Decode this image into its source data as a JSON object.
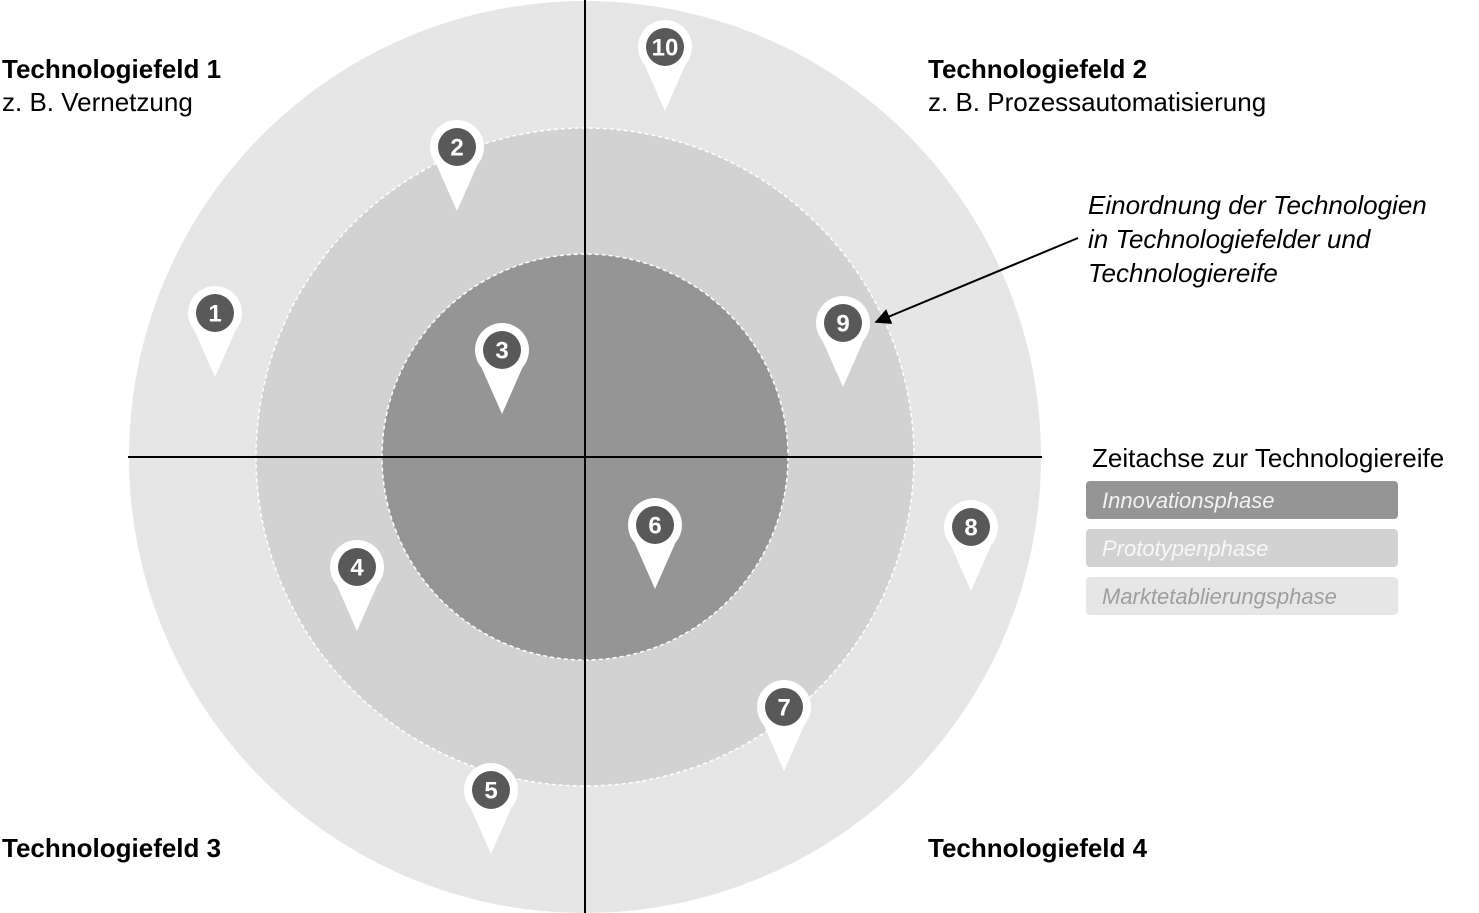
{
  "fields": [
    {
      "title": "Technologiefeld 1",
      "subtitle": "z. B. Vernetzung"
    },
    {
      "title": "Technologiefeld 2",
      "subtitle": "z. B. Prozessautomatisierung"
    },
    {
      "title": "Technologiefeld 3",
      "subtitle": ""
    },
    {
      "title": "Technologiefeld 4",
      "subtitle": ""
    }
  ],
  "annotation": {
    "lines": [
      "Einordnung der Technologien",
      "in Technologiefelder und",
      "Technologiereife"
    ]
  },
  "legend": {
    "heading": "Zeitachse zur Technologiereife",
    "phases": [
      {
        "label": "Innovationsphase",
        "fill": "#959595",
        "text_color": "#f2f2f2"
      },
      {
        "label": "Prototypenphase",
        "fill": "#d2d2d2",
        "text_color": "#f7f7f7"
      },
      {
        "label": "Marktetablierungsphase",
        "fill": "#e6e6e6",
        "text_color": "#9e9e9e"
      }
    ]
  },
  "rings": {
    "outer_fill": "#e6e6e6",
    "middle_fill": "#d2d2d2",
    "inner_fill": "#959595",
    "separator_color": "#ffffff"
  },
  "pins": [
    {
      "number": "1",
      "field": 1,
      "phase": "Marktetablierungsphase"
    },
    {
      "number": "2",
      "field": 1,
      "phase": "Prototypenphase"
    },
    {
      "number": "3",
      "field": 1,
      "phase": "Innovationsphase"
    },
    {
      "number": "4",
      "field": 3,
      "phase": "Prototypenphase"
    },
    {
      "number": "5",
      "field": 3,
      "phase": "Marktetablierungsphase"
    },
    {
      "number": "6",
      "field": 4,
      "phase": "Innovationsphase"
    },
    {
      "number": "7",
      "field": 4,
      "phase": "Prototypenphase"
    },
    {
      "number": "8",
      "field": 4,
      "phase": "Marktetablierungsphase"
    },
    {
      "number": "9",
      "field": 2,
      "phase": "Prototypenphase"
    },
    {
      "number": "10",
      "field": 2,
      "phase": "Marktetablierungsphase"
    }
  ],
  "pin_style": {
    "fill": "#ffffff",
    "badge_fill": "#595959"
  }
}
